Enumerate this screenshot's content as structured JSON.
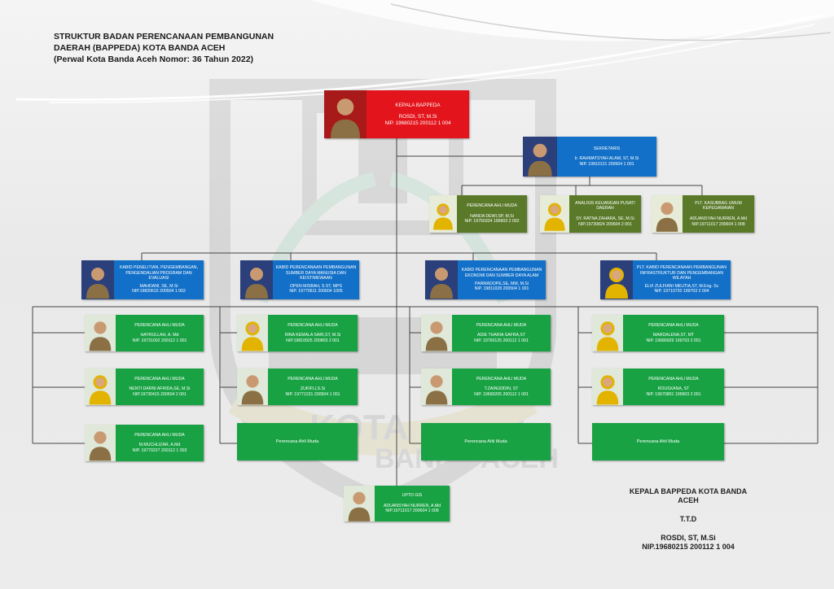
{
  "title": {
    "line1": "STRUKTUR BADAN PERENCANAAN PEMBANGUNAN",
    "line2": "DAERAH (BAPPEDA) KOTA BANDA ACEH",
    "line3": "(Perwal Kota Banda Aceh Nomor: 36 Tahun 2022)"
  },
  "watermark_text": {
    "top": "KOTA",
    "bottom": "BANDA ACEH"
  },
  "colors": {
    "head": "#e3141b",
    "blue": "#1270c8",
    "green": "#18a243",
    "olive": "#5a7a2a",
    "lines": "#444444"
  },
  "head": {
    "role": "KEPALA BAPPEDA",
    "name": "ROSDI, ST, M.Si",
    "nip": "NIP. 19680215 200112 1 004"
  },
  "sekretaris": {
    "role": "SEKRETARIS",
    "name": "Ir. RAHMATSYAH ALAM, ST, M.Si",
    "nip": "NIP. 19810121 200504 1 001"
  },
  "secretariat_staff": [
    {
      "role": "PERENCANA AHLI MUDA",
      "name": "NANDA DEWI,SP, M.Si",
      "nip": "NIP. 19750324 199903 2 002"
    },
    {
      "role": "ANALISIS KEUANGAN PUSAT/ DAERAH",
      "name": "SY. RATNA ZAHARA, SE, M.Si",
      "nip": "NIP.19730824 200604 2 001"
    },
    {
      "role": "PLT. KASUBBAG UMUM KEPEGAWAIAN",
      "name": "ADUANSYAH NURREN, A.Md",
      "nip": "NIP.19711017 200604 1 008"
    }
  ],
  "divisions": [
    {
      "role": "KABID PENELITIAN, PENGEMBANGAN, PENGENDALIAN PROGRAM DAN EVALUASI",
      "name": "MAHDANI, SE, M.Si",
      "nip": "NIP.19820615 200504 1 002",
      "staff": [
        {
          "role": "PERENCANA AHLI MUDA",
          "name": "HAYRULLAH, A. Md",
          "nip": "NIP. 19731002 200112 1 001"
        },
        {
          "role": "PERENCANA AHLI MUDA",
          "name": "NENTI DARNI AFRIDA,SE, M.Si",
          "nip": "NIP.19730415 200504 2 001"
        },
        {
          "role": "PERENCANA AHLI MUDA",
          "name": "M.MUCHLIZAR, A.Md",
          "nip": "NIP. 19770227 200112 1 003"
        }
      ]
    },
    {
      "role": "KABID PERENCANAAN PEMBANGUNAN SUMBER DAYA MANUSIA DAN KEISTIMEWAAN",
      "name": "OPEN MISBAH, S.ST, MPS",
      "nip": "NIP. 19770611 200604 1005",
      "staff": [
        {
          "role": "PERENCANA AHLI MUDA",
          "name": "RINA KEMALA SARI,ST, M.Si",
          "nip": "NIP.19810925 200803 2 001"
        },
        {
          "role": "PERENCANA AHLI MUDA",
          "name": "ZUKIFLI,S.Si",
          "nip": "NIP. 19771231 200504 1 001"
        },
        {
          "role": "Perencana Ahli Muda"
        }
      ]
    },
    {
      "role": "KABID PERENCANAAN PEMBANGUNAN EKONOMI DAN SUMBER DAYA ALAM",
      "name": "PARMADOPE,SE, MM, M.Si",
      "nip": "NIP. 19811028 200504 1 001",
      "staff": [
        {
          "role": "PERENCANA AHLI MUDA",
          "name": "ADIE THARIA SAFRA,ST",
          "nip": "NIP. 19760125 200112 1 001"
        },
        {
          "role": "PERENCANA AHLI MUDA",
          "name": "T.ZAINUDDIN, ST",
          "nip": "NIP. 19690205 200112 1 001"
        },
        {
          "role": "Perencana Ahli Muda"
        }
      ]
    },
    {
      "role": "PLT. KABID PERENCANAAN PEMBANGUNAN INFRASTRUKTUR DAN PENGEMBANGAN WILAYAH",
      "name": "ELVI ZULFIANI MEUTIA,ST, M.Eng. Sc",
      "nip": "NIP. 19710720 199703 2 004",
      "staff": [
        {
          "role": "PERENCANA AHLI MUDA",
          "name": "MARDALENA,ST, MT",
          "nip": "NIP. 19680929 199703 2 001"
        },
        {
          "role": "PERENCANA AHLI MUDA",
          "name": "ROUSXANA, ST",
          "nip": "NIP. 19670801 199903 2 001"
        },
        {
          "role": "Perencana Ahli Muda"
        }
      ]
    }
  ],
  "uptd": {
    "role": "UPTD GIS",
    "name": "ADUANSYAH NURREN, A.Md",
    "nip": "NIP.19711017 200604 1 008"
  },
  "signature": {
    "line1": "KEPALA BAPPEDA KOTA BANDA",
    "line2": "ACEH",
    "ttd": "T.T.D",
    "name": "ROSDI, ST, M.Si",
    "nip": "NIP.19680215 200112 1 004"
  }
}
